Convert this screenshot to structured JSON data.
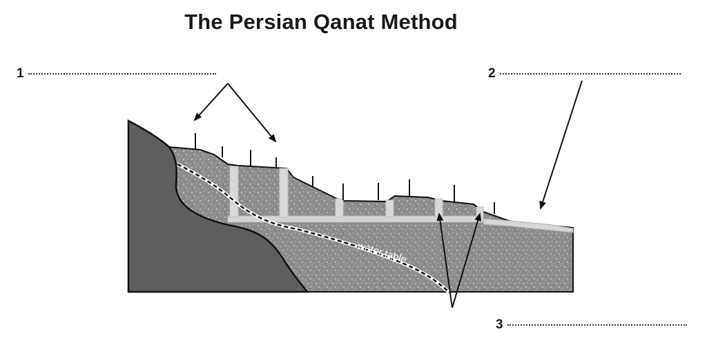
{
  "title": "The Persian Qanat Method",
  "labels": {
    "label_1": {
      "number": "1"
    },
    "label_2": {
      "number": "2"
    },
    "label_3": {
      "number": "3"
    }
  },
  "diagram": {
    "water_table_text": "water table"
  },
  "colors": {
    "rock": "#5c5c5c",
    "soil": "#8a8a8a",
    "channel": "#d4d4d4",
    "outline": "#111111"
  }
}
